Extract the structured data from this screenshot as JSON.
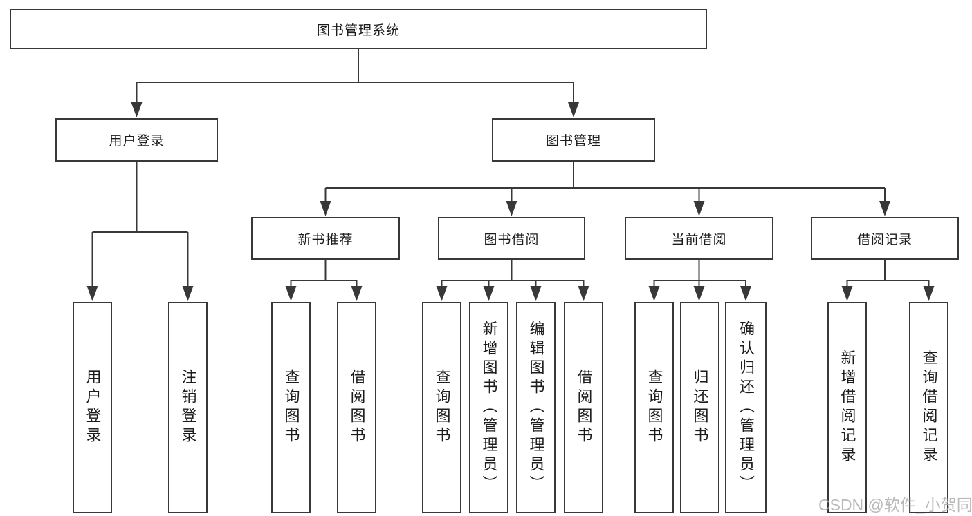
{
  "diagram": {
    "title": "图书管理系统",
    "level2": [
      {
        "label": "用户登录"
      },
      {
        "label": "图书管理"
      }
    ],
    "level3": [
      {
        "label": "新书推荐"
      },
      {
        "label": "图书借阅"
      },
      {
        "label": "当前借阅"
      },
      {
        "label": "借阅记录"
      }
    ],
    "leaves": [
      {
        "label": "用户登录",
        "parent": "用户登录"
      },
      {
        "label": "注销登录",
        "parent": "用户登录"
      },
      {
        "label": "查询图书",
        "parent": "新书推荐"
      },
      {
        "label": "借阅图书",
        "parent": "新书推荐"
      },
      {
        "label": "查询图书",
        "parent": "图书借阅"
      },
      {
        "label": "新增图书（管理员）",
        "parent": "图书借阅"
      },
      {
        "label": "编辑图书（管理员）",
        "parent": "图书借阅"
      },
      {
        "label": "借阅图书",
        "parent": "图书借阅"
      },
      {
        "label": "查询图书",
        "parent": "当前借阅"
      },
      {
        "label": "归还图书",
        "parent": "当前借阅"
      },
      {
        "label": "确认归还（管理员）",
        "parent": "当前借阅"
      },
      {
        "label": "新增借阅记录",
        "parent": "借阅记录"
      },
      {
        "label": "查询借阅记录",
        "parent": "借阅记录"
      }
    ]
  },
  "watermark": "CSDN @软件_小贺同学",
  "colors": {
    "line": "#383838",
    "text": "#1c1c1c",
    "box_background": "#ffffff",
    "watermark": "#a8a8a8"
  }
}
